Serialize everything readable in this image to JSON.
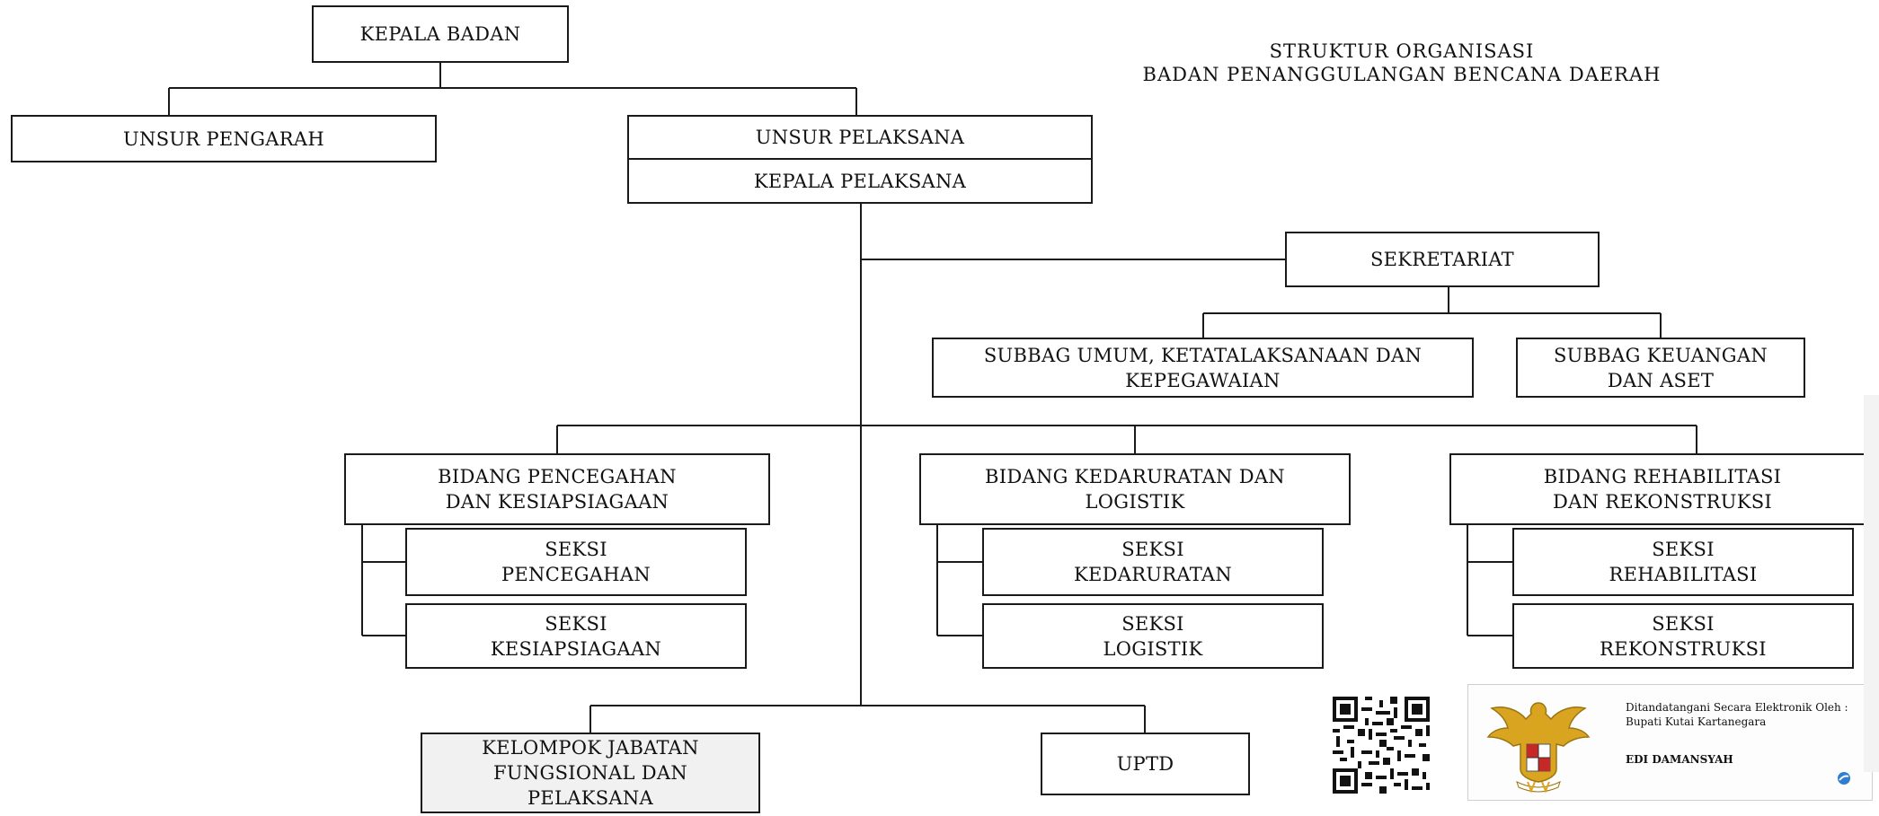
{
  "title": {
    "line1": "STRUKTUR ORGANISASI",
    "line2": "BADAN PENANGGULANGAN BENCANA DAERAH"
  },
  "nodes": {
    "kepala_badan": "KEPALA BADAN",
    "unsur_pengarah": "UNSUR PENGARAH",
    "unsur_pelaksana": "UNSUR PELAKSANA",
    "kepala_pelaksana": "KEPALA PELAKSANA",
    "sekretariat": "SEKRETARIAT",
    "subbag_umum": "SUBBAG UMUM, KETATALAKSANAAN DAN\nKEPEGAWAIAN",
    "subbag_keuangan": "SUBBAG KEUANGAN\nDAN ASET",
    "bidang_pencegahan": "BIDANG PENCEGAHAN\nDAN KESIAPSIAGAAN",
    "seksi_pencegahan": "SEKSI\nPENCEGAHAN",
    "seksi_kesiapsiagaan": "SEKSI\nKESIAPSIAGAAN",
    "bidang_kedaruratan": "BIDANG KEDARURATAN DAN\nLOGISTIK",
    "seksi_kedaruratan": "SEKSI\nKEDARURATAN",
    "seksi_logistik": "SEKSI\nLOGISTIK",
    "bidang_rehabilitasi": "BIDANG REHABILITASI\nDAN REKONSTRUKSI",
    "seksi_rehabilitasi": "SEKSI\nREHABILITASI",
    "seksi_rekonstruksi": "SEKSI\nREKONSTRUKSI",
    "kelompok_jabatan": "KELOMPOK JABATAN\nFUNGSIONAL DAN\nPELAKSANA",
    "uptd": "UPTD"
  },
  "signature": {
    "line1": "Ditandatangani Secara Elektronik Oleh :",
    "line2": "Bupati Kutai Kartanegara",
    "name": "EDI DAMANSYAH"
  }
}
